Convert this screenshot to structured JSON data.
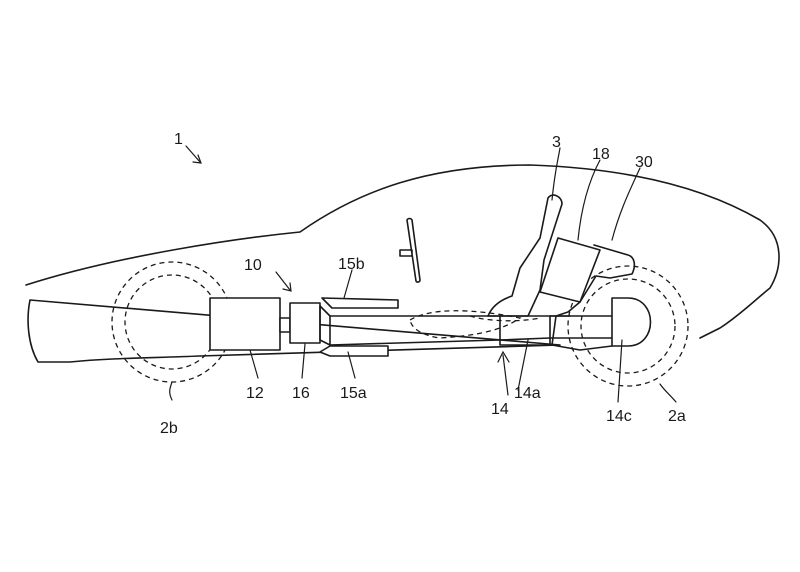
{
  "figure": {
    "labels": {
      "vehicle": "1",
      "seat": "3",
      "battery": "18",
      "component_30": "30",
      "drive_unit": "10",
      "upper_member": "15b",
      "lower_member": "15a",
      "motor": "12",
      "coupling": "16",
      "frame": "14",
      "frame_part_a": "14a",
      "frame_part_c": "14c",
      "front_wheel": "2b",
      "rear_wheel": "2a"
    }
  }
}
